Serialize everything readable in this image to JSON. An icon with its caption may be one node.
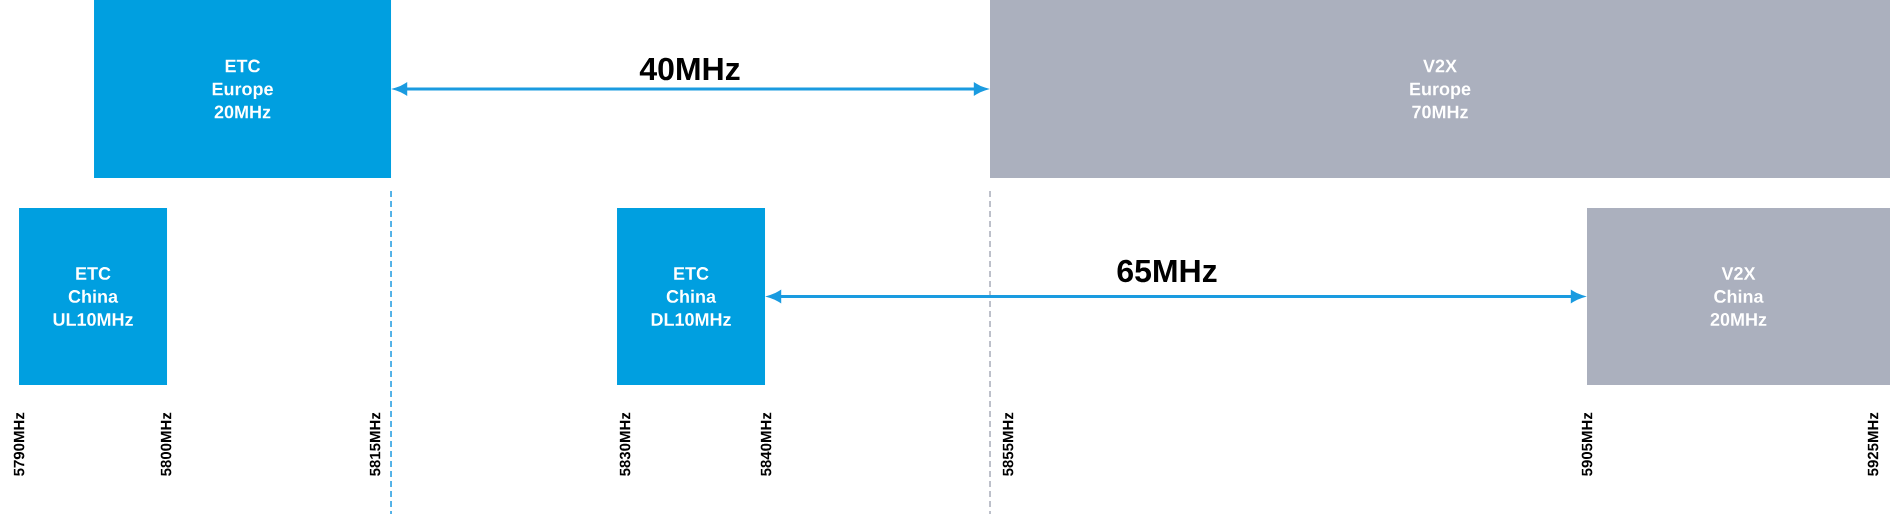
{
  "diagram": {
    "nodes": [
      {
        "text": [
          "ETC Europe 20MHz"
        ]
      },
      {
        "text": [
          "V2X Europe 70MHz"
        ]
      },
      {
        "text": [
          "ETC China UL10MHz"
        ]
      },
      {
        "text": [
          "ETC China DL10MHz"
        ]
      },
      {
        "text": [
          "V2X China 20MHz"
        ]
      }
    ],
    "edges": [
      {
        "from": 0,
        "to": 1,
        "arrow": "both",
        "label": "40MHz"
      },
      {
        "from": 3,
        "to": 4,
        "arrow": "both",
        "label": "65MHz"
      }
    ],
    "labels": [
      "5790MHz",
      "5800MHz",
      "5815MHz",
      "5830MHz",
      "5840MHz",
      "5855MHz",
      "5905MHz",
      "5925MHz"
    ]
  }
}
